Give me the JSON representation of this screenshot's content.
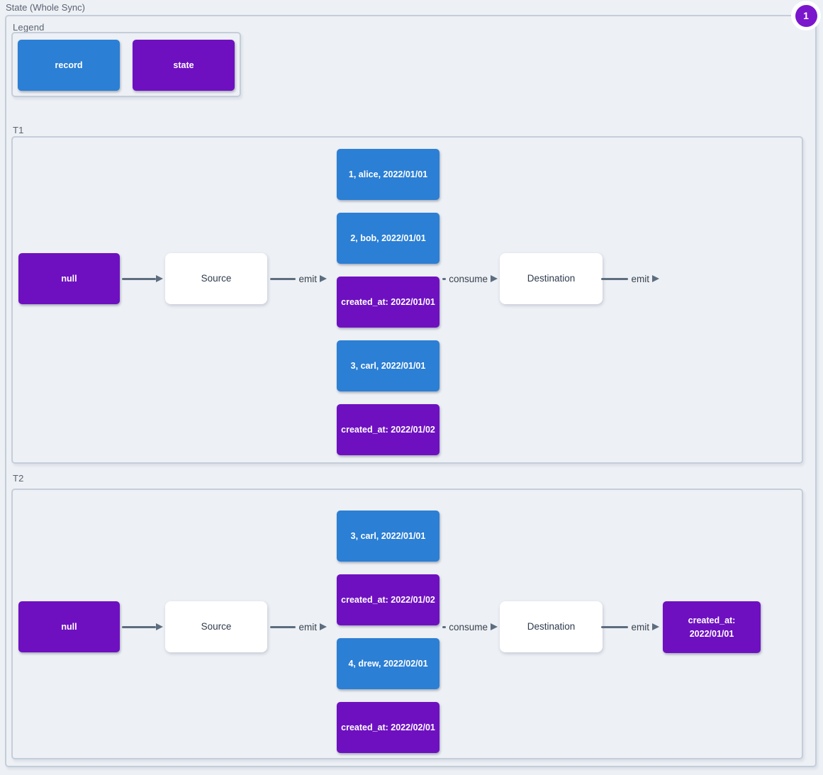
{
  "page": {
    "title": "State (Whole Sync)",
    "step_badge": "1"
  },
  "colors": {
    "record": "#2b7fd4",
    "state": "#6e10c0",
    "page-bg": "#edf0f5",
    "box-border": "#c4ced9",
    "arrow": "#5c6d7e",
    "label-text": "#5a6370",
    "node-text": "#2f3b4d"
  },
  "legend": {
    "label": "Legend",
    "items": [
      {
        "label": "record",
        "type": "record"
      },
      {
        "label": "state",
        "type": "state"
      }
    ]
  },
  "t1": {
    "label": "T1",
    "null_node": "null",
    "source": "Source",
    "destination": "Destination",
    "emit_source": "emit",
    "consume": "consume",
    "emit_destination": "emit",
    "stack": [
      {
        "label": "1, alice, 2022/01/01",
        "type": "record"
      },
      {
        "label": "2, bob, 2022/01/01",
        "type": "record"
      },
      {
        "label": "created_at: 2022/01/01",
        "type": "state"
      },
      {
        "label": "3, carl, 2022/01/01",
        "type": "record"
      },
      {
        "label": "created_at: 2022/01/02",
        "type": "state"
      }
    ]
  },
  "t2": {
    "label": "T2",
    "null_node": "null",
    "source": "Source",
    "destination": "Destination",
    "emit_source": "emit",
    "consume": "consume",
    "emit_destination": "emit",
    "stack": [
      {
        "label": "3, carl, 2022/01/01",
        "type": "record"
      },
      {
        "label": "created_at: 2022/01/02",
        "type": "state"
      },
      {
        "label": "4, drew, 2022/02/01",
        "type": "record"
      },
      {
        "label": "created_at: 2022/02/01",
        "type": "state"
      }
    ],
    "emitted_state": "created_at: 2022/01/01"
  }
}
